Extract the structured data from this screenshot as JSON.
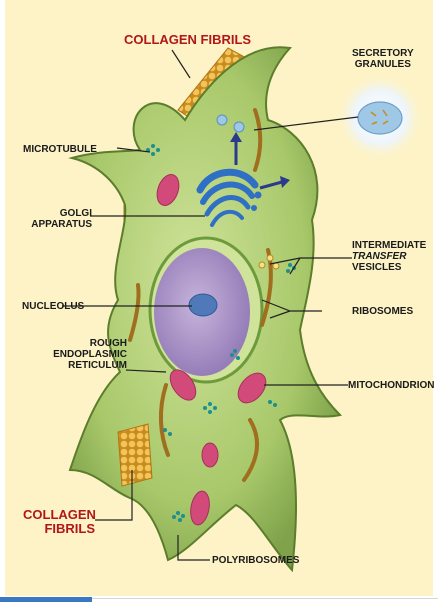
{
  "labels": {
    "collagen_top": "COLLAGEN FIBRILS",
    "secretory_1": "SECRETORY",
    "secretory_2": "GRANULES",
    "microtubule": "MICROTUBULE",
    "golgi_1": "GOLGI",
    "golgi_2": "APPARATUS",
    "intermediate_1": "INTERMEDIATE",
    "intermediate_2": "TRANSFER",
    "intermediate_3": "VESICLES",
    "nucleolus": "NUCLEOLUS",
    "ribosomes": "RIBOSOMES",
    "rough_1": "ROUGH",
    "rough_2": "ENDOPLASMIC",
    "rough_3": "RETICULUM",
    "mitochondrion": "MITOCHONDRION",
    "collagen_bottom_1": "COLLAGEN",
    "collagen_bottom_2": "FIBRILS",
    "polyribosomes": "POLYRIBOSOMES"
  },
  "colors": {
    "background": "#fdf3c6",
    "cytoplasm": "#a8c86a",
    "nucleus": "#a891c3",
    "nucleolus": "#4f79b8",
    "golgi": "#2f6fc4",
    "mitochondrion": "#d14a7a",
    "collagen": "#d9a030",
    "label_red": "#b0161c",
    "accent_blue": "#3a78c2"
  }
}
